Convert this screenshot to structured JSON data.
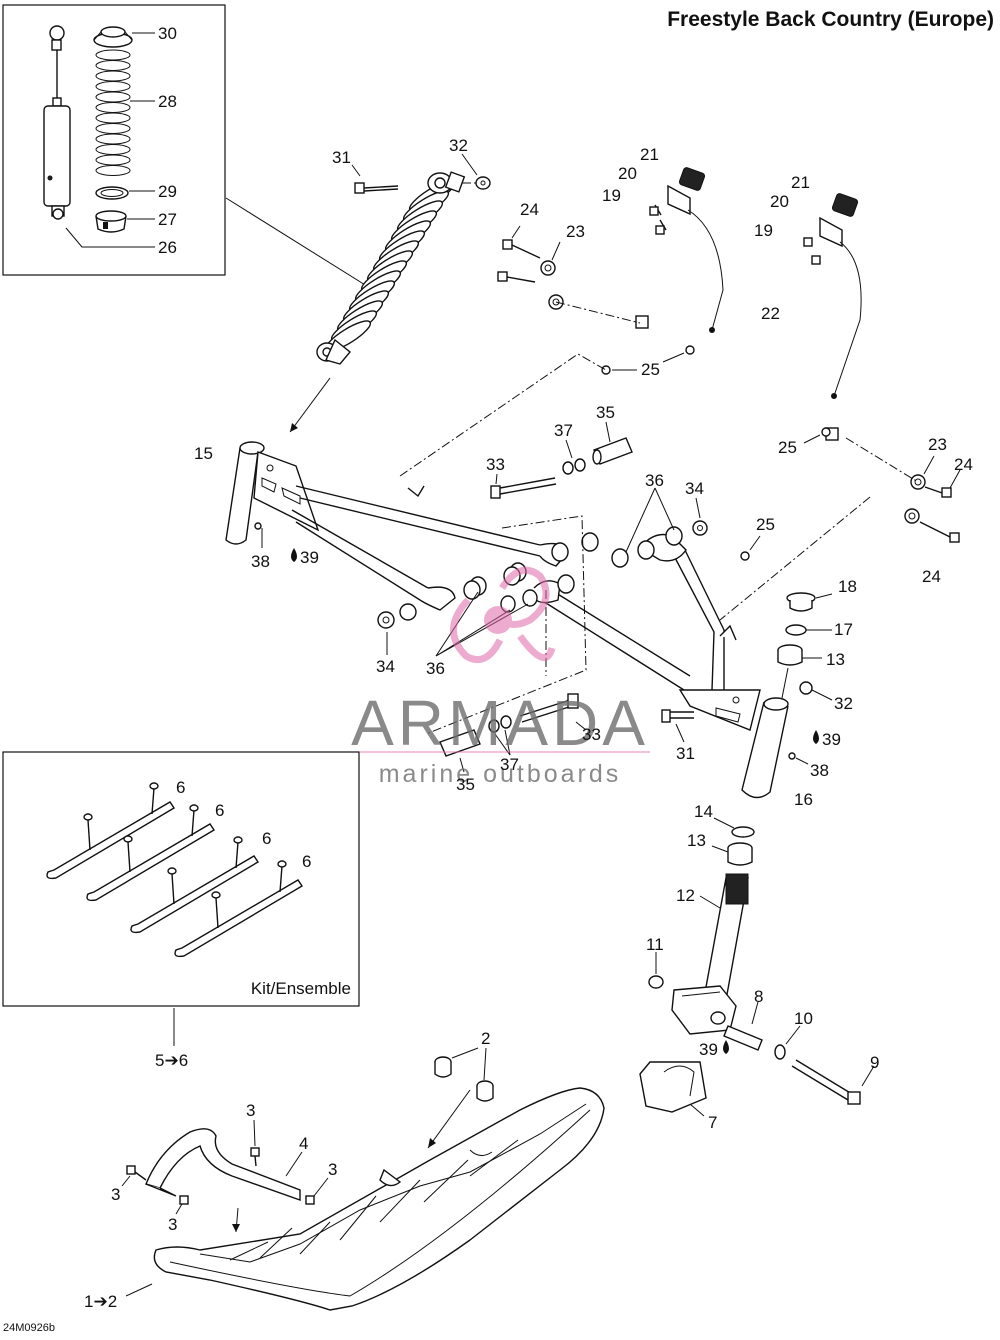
{
  "title": "Freestyle Back Country (Europe)",
  "figure_code": "24M0926b",
  "kit_label": "Kit/Ensemble",
  "watermark": {
    "brand": "ARMADA",
    "tagline": "marine outboards",
    "logo_color": "#e06aa8",
    "text_color": "#6e6e6e"
  },
  "callouts": {
    "c30": "30",
    "c28": "28",
    "c29": "29",
    "c27": "27",
    "c26": "26",
    "c31a": "31",
    "c32a": "32",
    "c21a": "21",
    "c20a": "20",
    "c19a": "19",
    "c21b": "21",
    "c20b": "20",
    "c19b": "19",
    "c24a": "24",
    "c23a": "23",
    "c22": "22",
    "c25a": "25",
    "c25b": "25",
    "c23b": "23",
    "c24b": "24",
    "c24c": "24",
    "c15": "15",
    "c35a": "35",
    "c37a": "37",
    "c33a": "33",
    "c36a": "36",
    "c34a": "34",
    "c25c": "25",
    "c38a": "38",
    "c39a": "39",
    "c18": "18",
    "c17": "17",
    "c13a": "13",
    "c34b": "34",
    "c36b": "36",
    "c32b": "32",
    "c31b": "31",
    "c33b": "33",
    "c39b": "39",
    "c37b": "37",
    "c35b": "35",
    "c38b": "38",
    "c16": "16",
    "c14": "14",
    "c13b": "13",
    "c12": "12",
    "c11": "11",
    "c8": "8",
    "c10": "10",
    "c39c": "39",
    "c9": "9",
    "c7": "7",
    "c6a": "6",
    "c6b": "6",
    "c6c": "6",
    "c6d": "6",
    "c5to6": "5➔6",
    "c2": "2",
    "c3a": "3",
    "c4": "4",
    "c3b": "3",
    "c3c": "3",
    "c3d": "3",
    "c1to2": "1➔2"
  }
}
